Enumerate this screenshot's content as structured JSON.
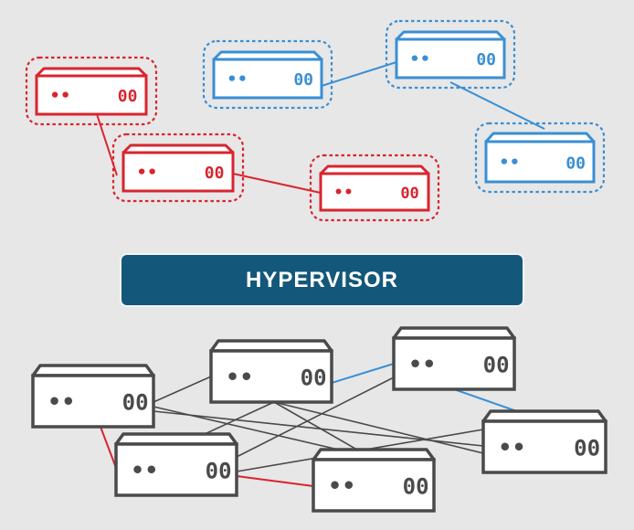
{
  "diagram": {
    "hypervisor_label": "HYPERVISOR",
    "colors": {
      "background": "#e7e7e7",
      "red": "#d8252e",
      "blue": "#3a8fd4",
      "gray": "#4a4a4a",
      "server_fill": "#ffffff",
      "hypervisor": "#13577a",
      "hypervisor_text": "#ffffff"
    },
    "icons": {
      "server": "server-icon",
      "virtual_server": "virtual-server-icon"
    },
    "server_glyphs": {
      "led": "••",
      "bays": "00"
    },
    "virtual_groups": [
      {
        "name": "red-vm-network",
        "color": "red",
        "vm_count": 3
      },
      {
        "name": "blue-vm-network",
        "color": "blue",
        "vm_count": 3
      }
    ],
    "physical_server_count": 6
  }
}
